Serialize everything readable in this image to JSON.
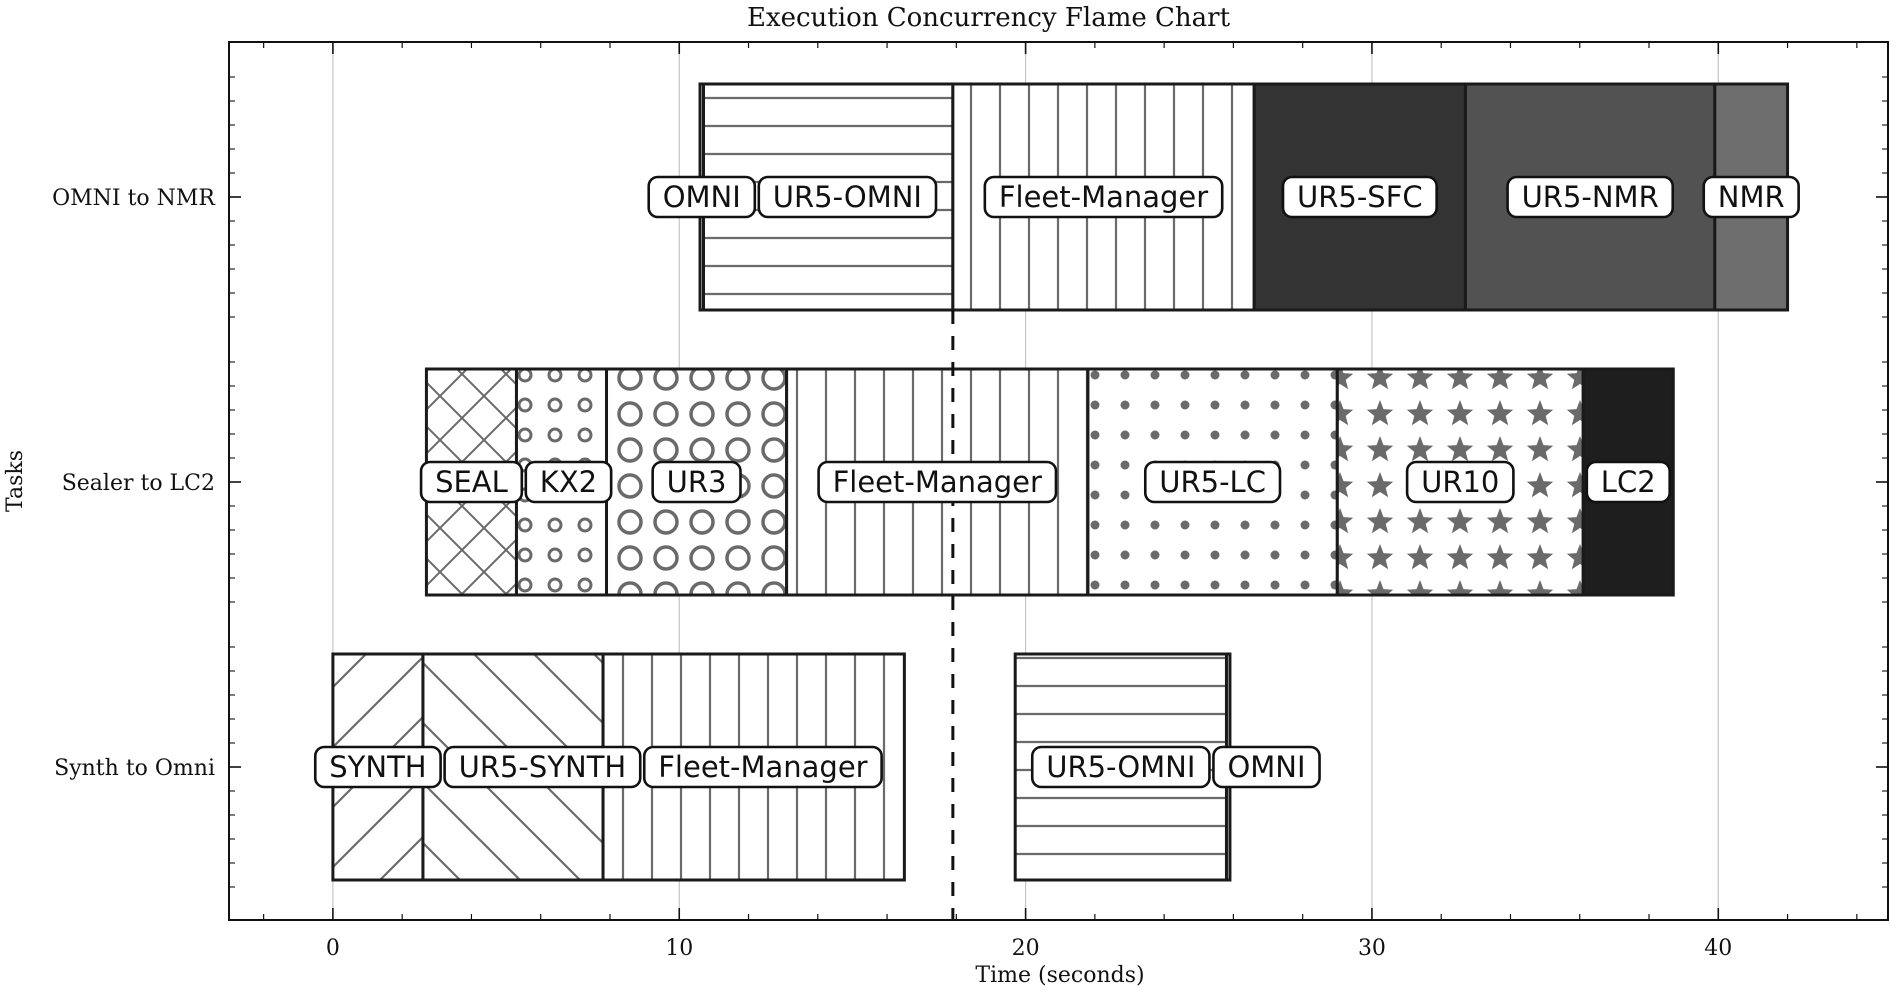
{
  "chart_data": {
    "type": "gantt",
    "title": "Execution Concurrency Flame Chart",
    "xlabel": "Time (seconds)",
    "ylabel": "Tasks",
    "xlim": [
      -3,
      44.9
    ],
    "xticks": [
      0,
      10,
      20,
      30,
      40
    ],
    "grid": "vertical",
    "marker_line_x": 17.9,
    "tasks": [
      {
        "name": "OMNI to NMR",
        "segments": [
          {
            "label": "OMNI",
            "start": 10.6,
            "end": 10.7,
            "pattern": "none"
          },
          {
            "label": "UR5-OMNI",
            "start": 10.7,
            "end": 17.9,
            "pattern": "hlines"
          },
          {
            "label": "Fleet-Manager",
            "start": 17.9,
            "end": 26.6,
            "pattern": "vlines"
          },
          {
            "label": "UR5-SFC",
            "start": 26.6,
            "end": 32.7,
            "pattern": "dark"
          },
          {
            "label": "UR5-NMR",
            "start": 32.7,
            "end": 39.9,
            "pattern": "mid"
          },
          {
            "label": "NMR",
            "start": 39.9,
            "end": 42.0,
            "pattern": "gray"
          }
        ]
      },
      {
        "name": "Sealer to LC2",
        "segments": [
          {
            "label": "SEAL",
            "start": 2.7,
            "end": 5.3,
            "pattern": "crosshatch"
          },
          {
            "label": "KX2",
            "start": 5.3,
            "end": 7.9,
            "pattern": "smallcircles"
          },
          {
            "label": "UR3",
            "start": 7.9,
            "end": 13.1,
            "pattern": "bigcircles"
          },
          {
            "label": "Fleet-Manager",
            "start": 13.1,
            "end": 21.8,
            "pattern": "vlines"
          },
          {
            "label": "UR5-LC",
            "start": 21.8,
            "end": 29.0,
            "pattern": "dots"
          },
          {
            "label": "UR10",
            "start": 29.0,
            "end": 36.1,
            "pattern": "stars"
          },
          {
            "label": "LC2",
            "start": 36.1,
            "end": 38.7,
            "pattern": "black"
          }
        ]
      },
      {
        "name": "Synth to Omni",
        "segments": [
          {
            "label": "SYNTH",
            "start": 0.0,
            "end": 2.6,
            "pattern": "fwddiag"
          },
          {
            "label": "UR5-SYNTH",
            "start": 2.6,
            "end": 7.8,
            "pattern": "backdiag"
          },
          {
            "label": "Fleet-Manager",
            "start": 7.8,
            "end": 16.5,
            "pattern": "vlines"
          },
          {
            "label": "UR5-OMNI",
            "start": 19.7,
            "end": 25.8,
            "pattern": "hlines"
          },
          {
            "label": "OMNI",
            "start": 25.8,
            "end": 25.9,
            "pattern": "none"
          }
        ]
      }
    ]
  }
}
